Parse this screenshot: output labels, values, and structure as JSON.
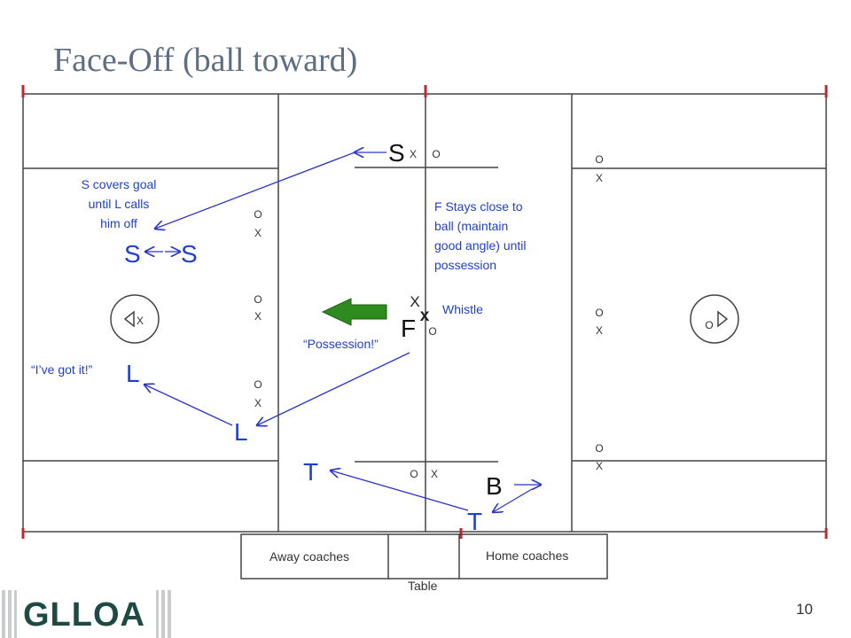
{
  "slide": {
    "title": "Face-Off (ball toward)",
    "page_number": "10",
    "logo_text": "GLLOA"
  },
  "colors": {
    "player_label": "#1f3fd0",
    "arrow": "#2a35c9",
    "field_line": "#444444",
    "corner_mark": "#c0282d",
    "possession_arrow": "#2e8b1e",
    "title": "#5f6e80",
    "logo": "#1e4a43"
  },
  "players": {
    "s_top": "S",
    "s_left": "S",
    "s_right": "S",
    "f": "F",
    "l_upper": "L",
    "l_lower": "L",
    "t_left": "T",
    "t_right": "T",
    "b": "B"
  },
  "notes": {
    "s_covers_line1": "S covers goal",
    "s_covers_line2": "until L calls",
    "s_covers_line3": "him off",
    "f_stays_line1": "F Stays close to",
    "f_stays_line2": "ball (maintain",
    "f_stays_line3": "good angle) until",
    "f_stays_line4": "possession",
    "whistle": "Whistle",
    "possession": "“Possession!”",
    "ive_got_it": "“I’ve got it!”"
  },
  "markers": {
    "x": "X",
    "o": "O",
    "ball": "x"
  },
  "table": {
    "away_coaches": "Away coaches",
    "home_coaches": "Home coaches",
    "label": "Table"
  }
}
